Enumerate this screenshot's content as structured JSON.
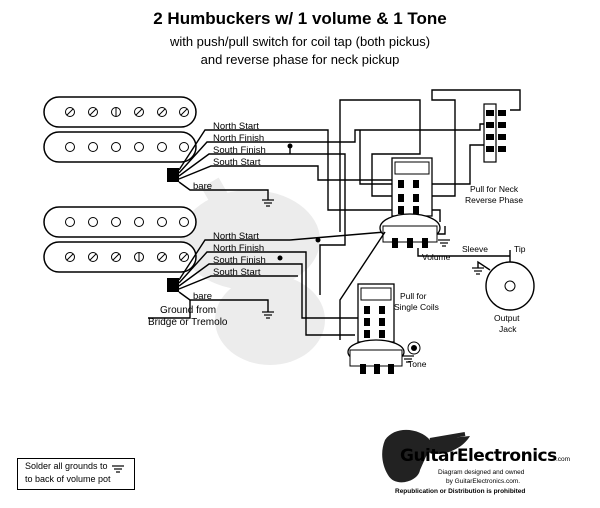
{
  "header": {
    "title": "2 Humbuckers w/ 1 volume & 1 Tone",
    "subtitle_line1": "with push/pull switch for coil tap (both pickus)",
    "subtitle_line2": "and reverse phase for neck pickup"
  },
  "neck_pickup": {
    "wires": [
      "North Start",
      "North Finish",
      "South Finish",
      "South Start"
    ],
    "bare": "bare"
  },
  "bridge_pickup": {
    "wires": [
      "North Start",
      "North Finish",
      "South Finish",
      "South Start"
    ],
    "bare": "bare"
  },
  "labels": {
    "ground_line1": "Ground from",
    "ground_line2": "Bridge or Tremolo",
    "pull_neck_line1": "Pull for Neck",
    "pull_neck_line2": "Reverse Phase",
    "volume": "Volume",
    "sleeve": "Sleeve",
    "tip": "Tip",
    "output_line1": "Output",
    "output_line2": "Jack",
    "pull_single_line1": "Pull for",
    "pull_single_line2": "Single Coils",
    "tone": "Tone"
  },
  "note": {
    "line1": "Solder all grounds to",
    "line2": "to back of volume pot"
  },
  "logo": {
    "brand": "GuitarElectronics",
    "brand_suffix": ".com",
    "line1": "Diagram designed and owned",
    "line2": "by GuitarElectronics.com.",
    "line3": "Republication or Distribution is prohibited"
  },
  "colors": {
    "wire": "#000000",
    "background": "#ffffff",
    "watermark": "#e6e6e6"
  }
}
